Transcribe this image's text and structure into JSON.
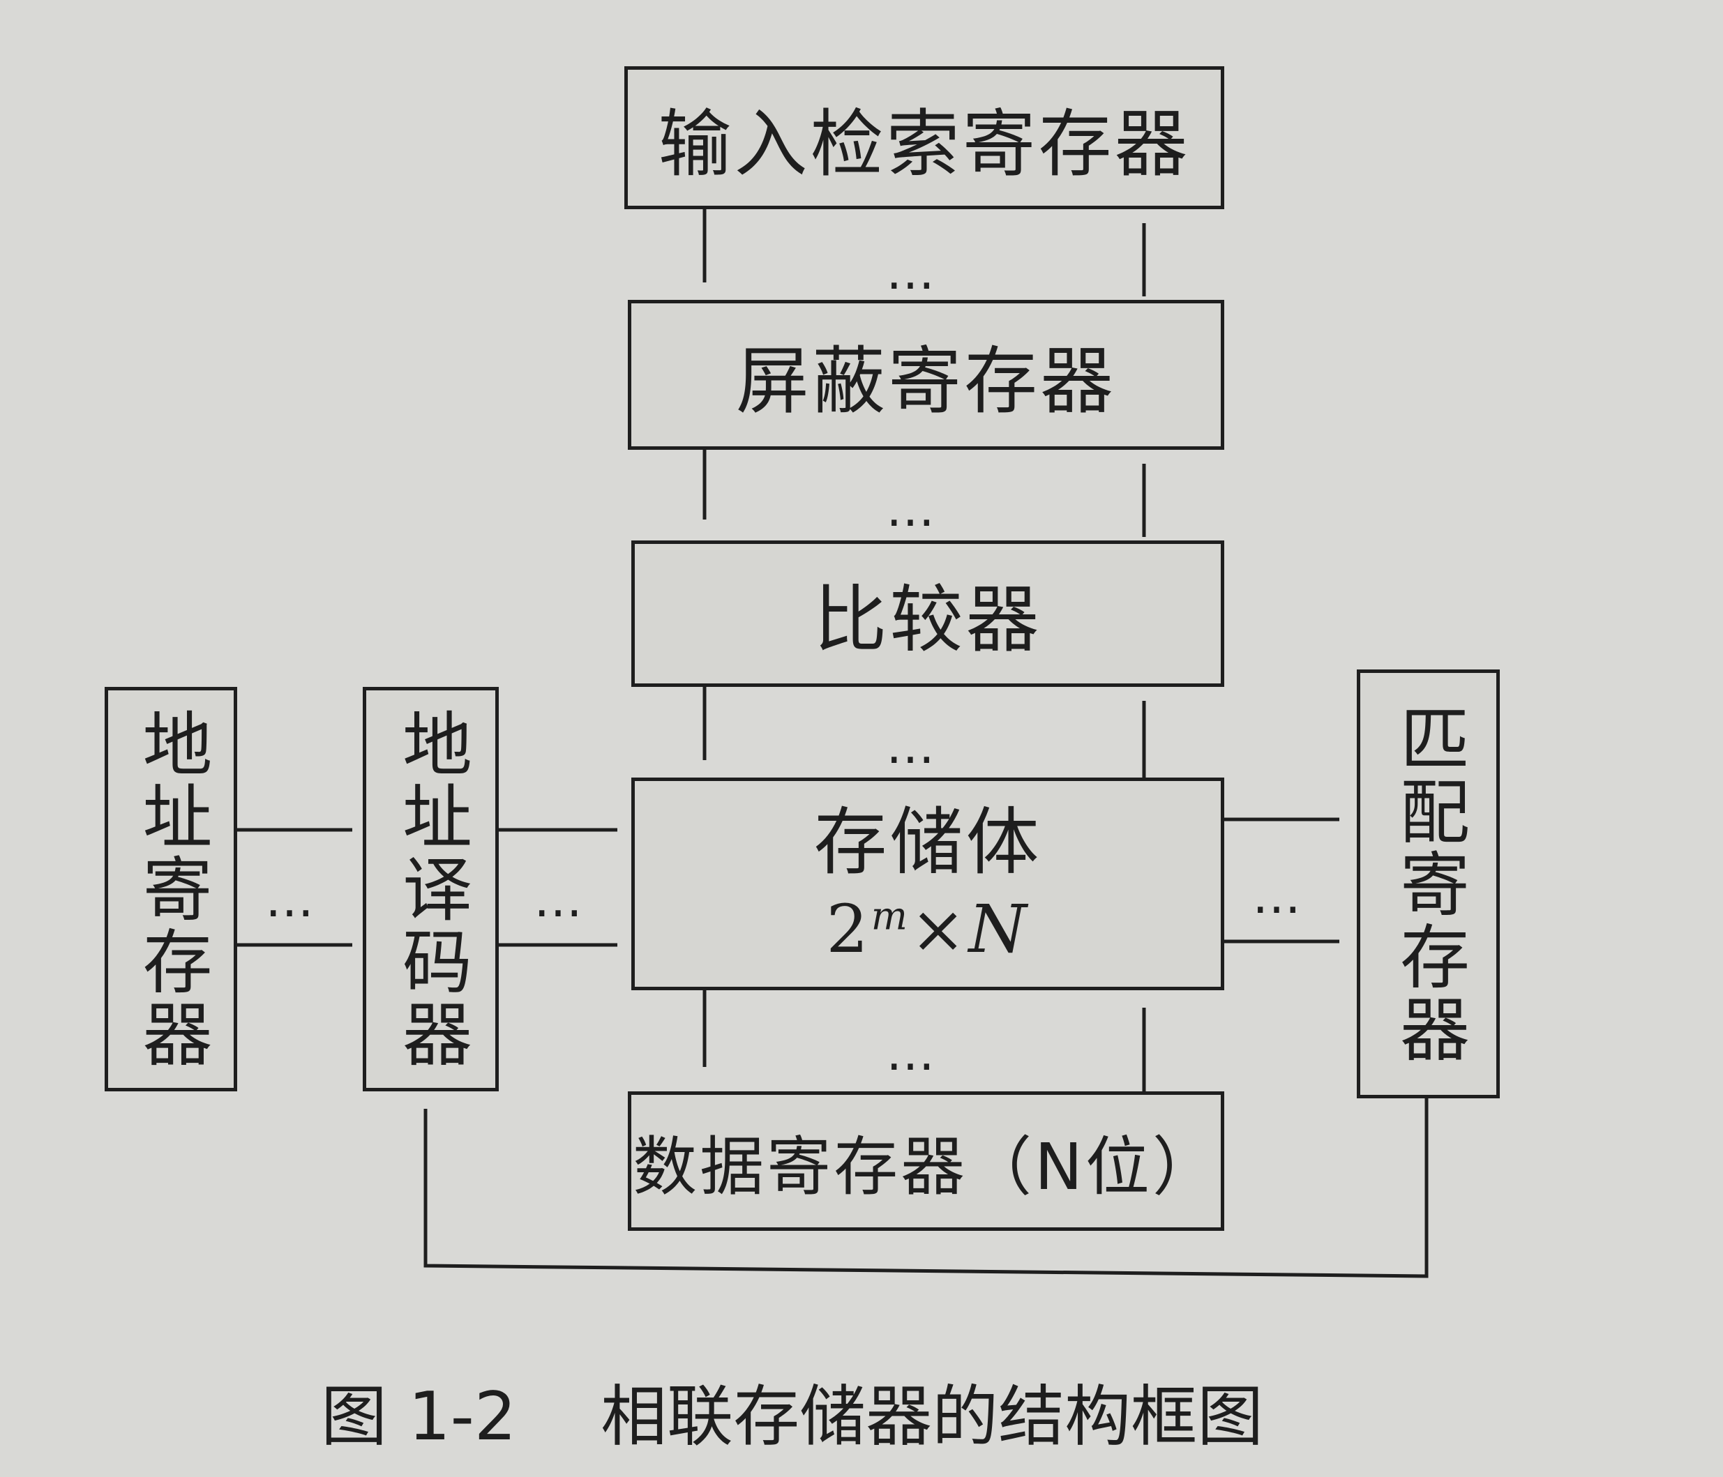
{
  "blocks": {
    "input_search_register": "输入检索寄存器",
    "mask_register": "屏蔽寄存器",
    "comparator": "比较器",
    "storage_body": "存储体",
    "storage_formula": {
      "base": "2",
      "exp": "m",
      "times": "×",
      "n": "N"
    },
    "data_register": "数据寄存器（N位）",
    "address_register": "地址寄存器",
    "address_decoder": "地址译码器",
    "match_register": "匹配寄存器"
  },
  "ellipsis": "…",
  "caption": "图 1-2    相联存储器的结构框图"
}
